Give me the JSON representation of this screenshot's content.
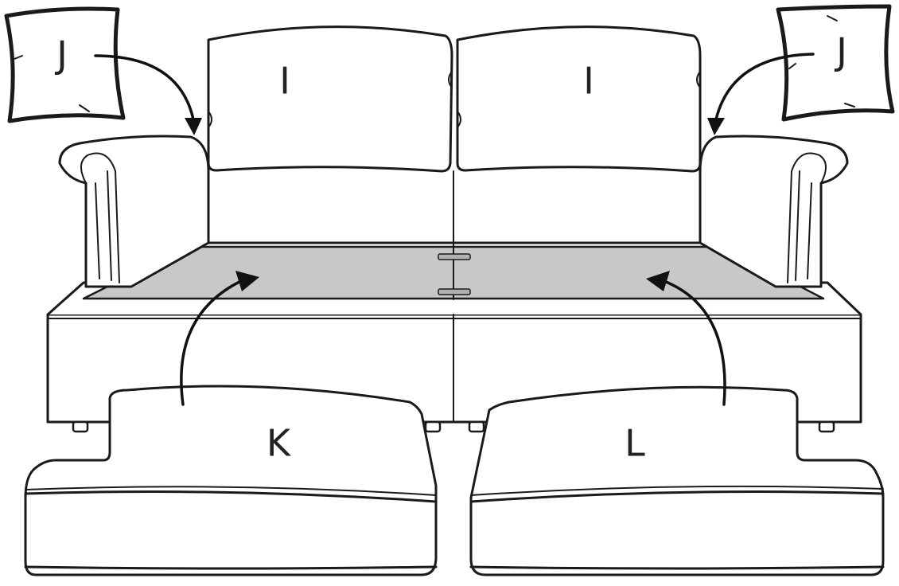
{
  "diagram": {
    "labels": {
      "back_cushion_left": "I",
      "back_cushion_right": "I",
      "pillow_left": "J",
      "pillow_right": "J",
      "seat_cushion_left": "K",
      "seat_cushion_right": "L"
    },
    "colors": {
      "line": "#1a1a1a",
      "deck": "#c8c8c8",
      "background": "#ffffff"
    }
  }
}
